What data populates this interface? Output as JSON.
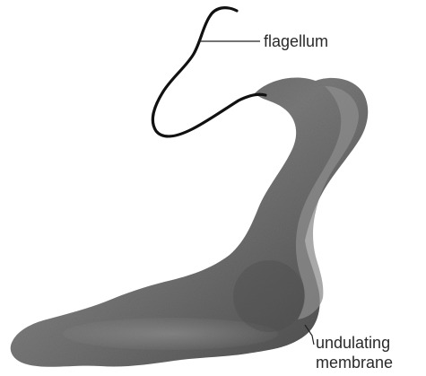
{
  "labels": {
    "flagellum": "flagellum",
    "undulating": "undulating",
    "membrane": "membrane"
  },
  "colors": {
    "body_dark": "#3d3d3d",
    "body_mid": "#6a6a6a",
    "body_light": "#9a9a9a",
    "flagellum": "#111111",
    "leader_line": "#222222",
    "text": "#2a2a2a"
  }
}
